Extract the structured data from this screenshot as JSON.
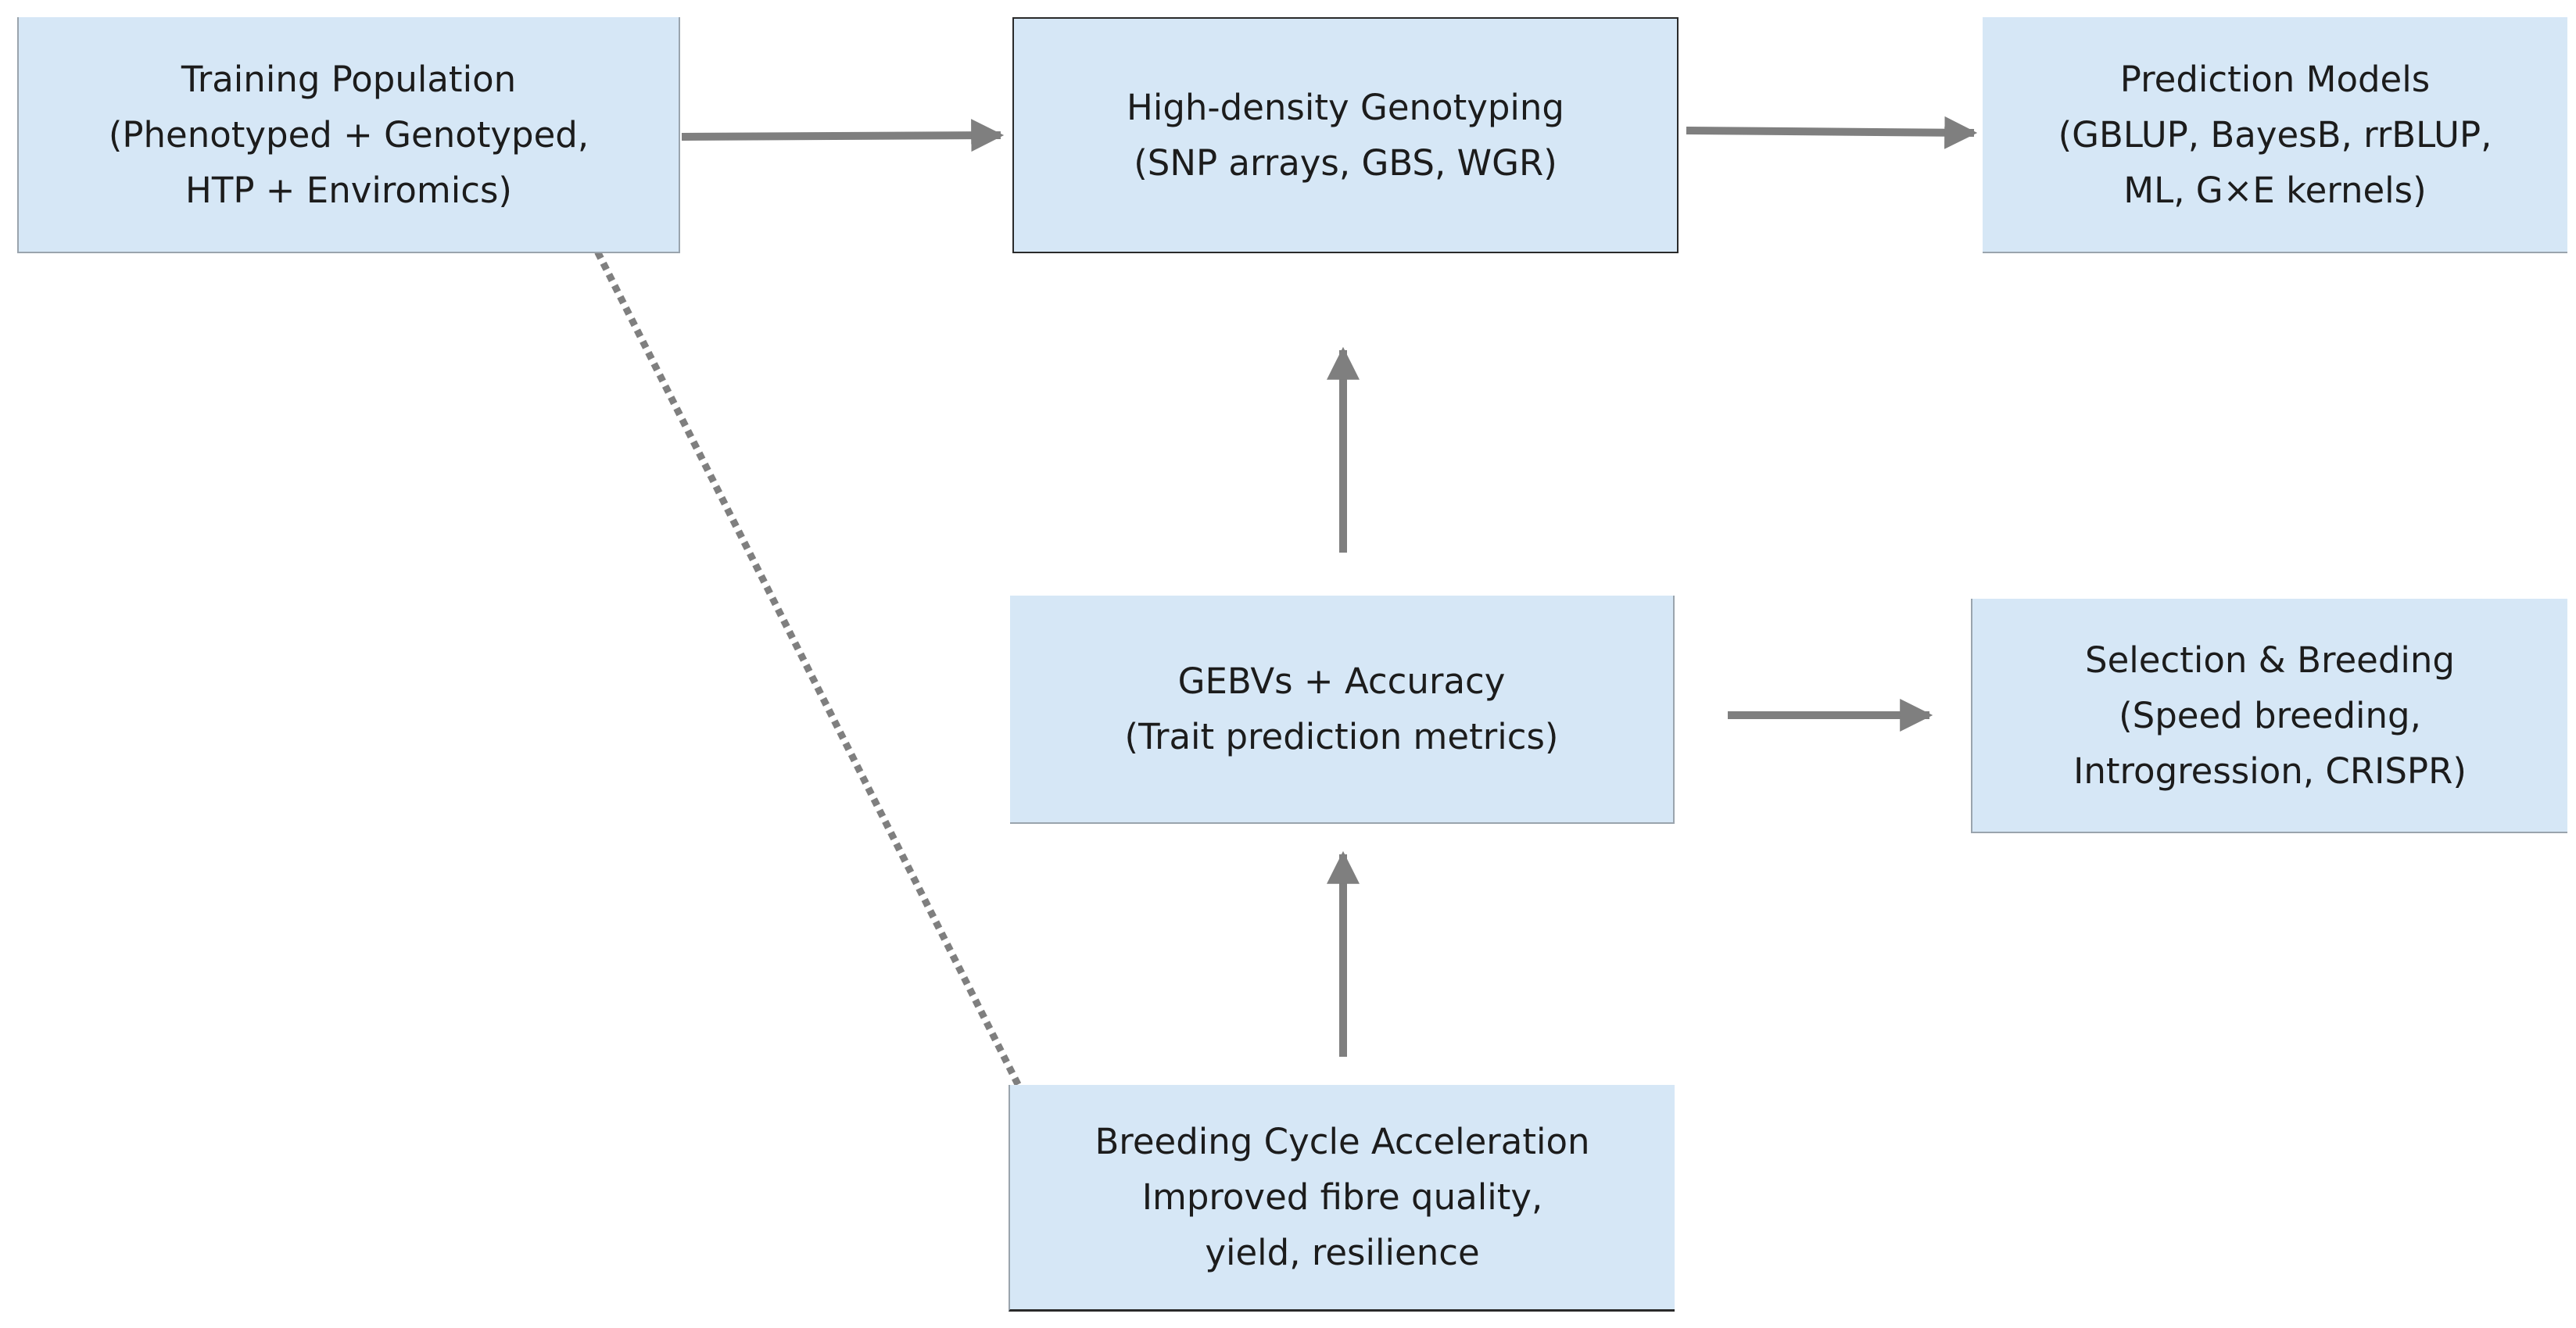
{
  "diagram": {
    "nodes": [
      {
        "id": "training-population",
        "lines": [
          "Training Population",
          "(Phenotyped + Genotyped,",
          "HTP + Enviromics)"
        ]
      },
      {
        "id": "high-density-genotyping",
        "lines": [
          "High-density Genotyping",
          "(SNP arrays, GBS, WGR)"
        ]
      },
      {
        "id": "prediction-models",
        "lines": [
          "Prediction Models",
          "(GBLUP, BayesB, rrBLUP,",
          "ML, G×E kernels)"
        ]
      },
      {
        "id": "gebvs-accuracy",
        "lines": [
          "GEBVs + Accuracy",
          "(Trait prediction metrics)"
        ]
      },
      {
        "id": "selection-breeding",
        "lines": [
          "Selection & Breeding",
          "(Speed breeding,",
          "Introgression, CRISPR)"
        ]
      },
      {
        "id": "breeding-cycle-acceleration",
        "lines": [
          "Breeding Cycle Acceleration",
          "Improved fibre quality,",
          "yield, resilience"
        ]
      }
    ],
    "edges": [
      {
        "from": "training-population",
        "to": "high-density-genotyping",
        "style": "solid"
      },
      {
        "from": "high-density-genotyping",
        "to": "prediction-models",
        "style": "solid"
      },
      {
        "from": "gebvs-accuracy",
        "to": "high-density-genotyping",
        "style": "solid"
      },
      {
        "from": "gebvs-accuracy",
        "to": "selection-breeding",
        "style": "solid"
      },
      {
        "from": "breeding-cycle-acceleration",
        "to": "gebvs-accuracy",
        "style": "solid"
      },
      {
        "from": "breeding-cycle-acceleration",
        "to": "training-population",
        "style": "dotted"
      }
    ],
    "colors": {
      "box_fill": "#d6e7f6",
      "arrow": "#7f7f7f",
      "text": "#1c1c1c"
    }
  }
}
